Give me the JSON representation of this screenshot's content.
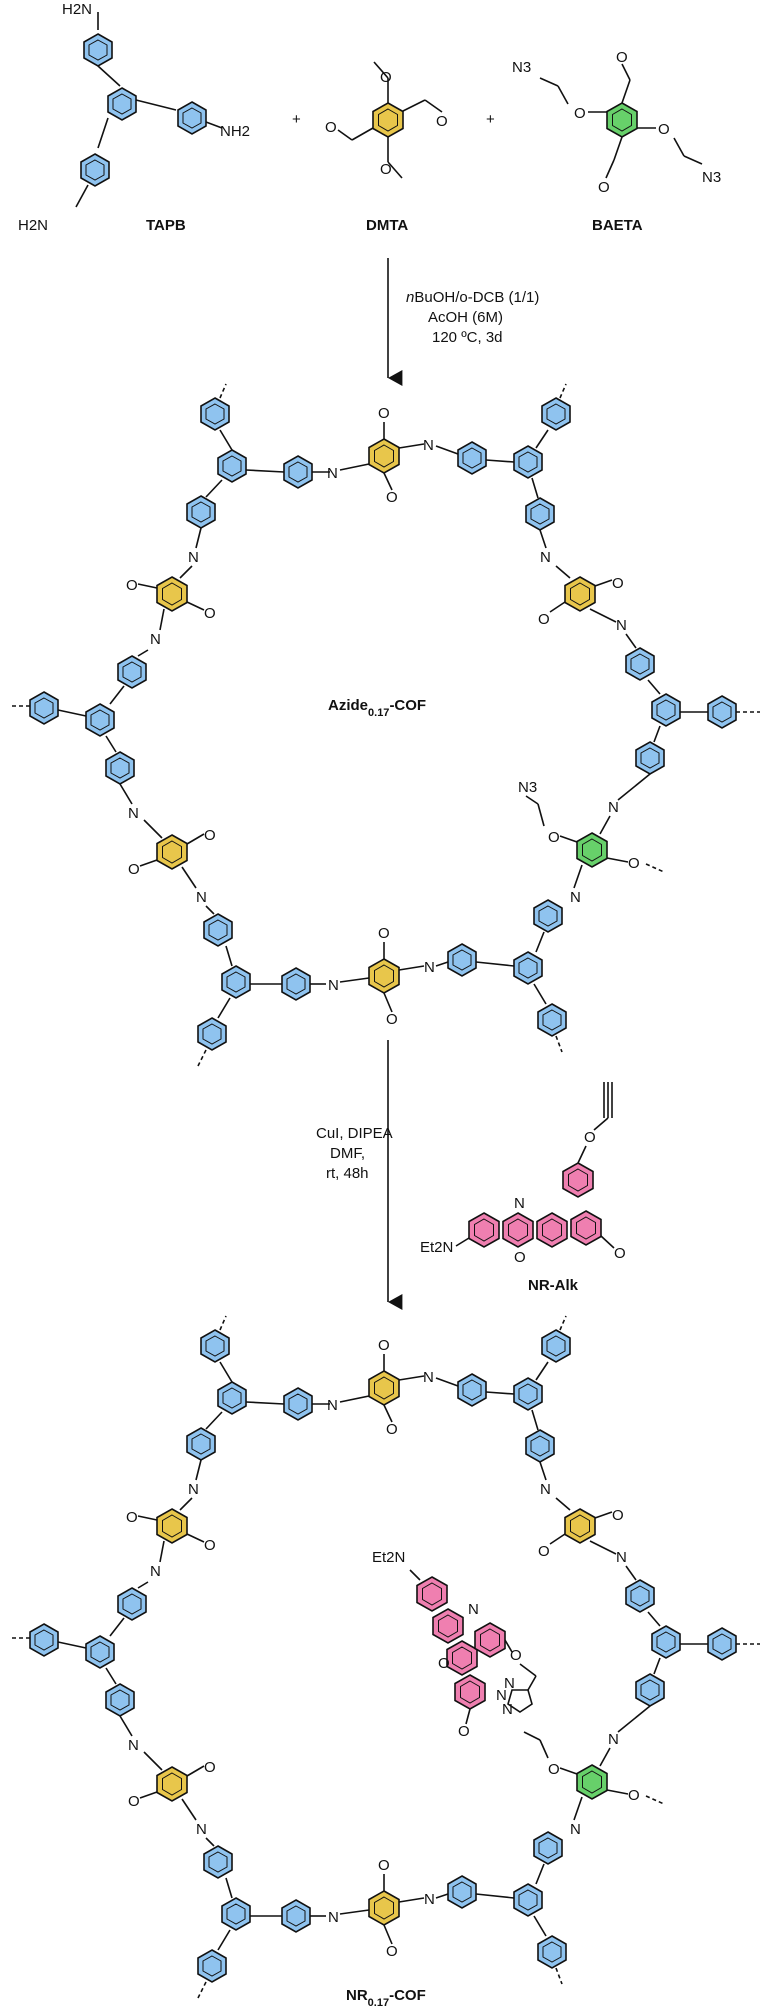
{
  "colors": {
    "tapb_ring": "#8fc3ef",
    "dmta_ring": "#e8c64b",
    "baeta_ring": "#67d06a",
    "nile_red": "#ef7fb0",
    "bond": "#111111"
  },
  "reactants": {
    "tapb": {
      "label": "TAPB",
      "nh2_top": "H2N",
      "nh2_right": "NH2",
      "nh2_left": "H2N"
    },
    "dmta": {
      "label": "DMTA"
    },
    "baeta": {
      "label": "BAETA",
      "azide": "N3"
    },
    "plus": "+"
  },
  "step1": {
    "line1_italic_prefix": "n",
    "line1_rest": "BuOH/o-DCB (1/1)",
    "line2": "AcOH (6M)",
    "line3": "120 ºC, 3d"
  },
  "product1": {
    "label_main": "Azide",
    "label_sub": "0.17",
    "label_suffix": "-COF"
  },
  "step2": {
    "line1": "CuI, DIPEA",
    "line2": "DMF,",
    "line3": "rt, 48h"
  },
  "reagent2": {
    "label": "NR-Alk",
    "et2n": "Et2N"
  },
  "product2": {
    "label_main": "NR",
    "label_sub": "0.17",
    "label_suffix": "-COF",
    "et2n": "Et2N"
  }
}
